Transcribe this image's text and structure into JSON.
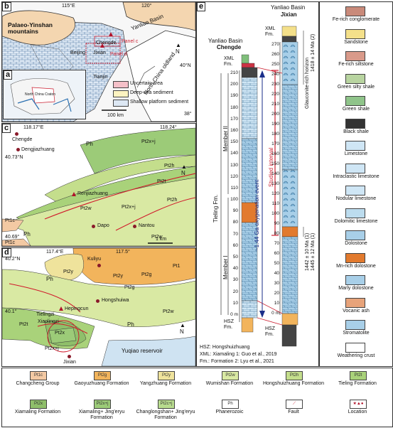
{
  "panel_b": {
    "label": "b",
    "lon_top_left": "115°E",
    "lon_top_right": "120°",
    "lat_mid": "40°N",
    "lat_bottom": "38°",
    "region_mountains": "Palaeo-Yinshan mountains",
    "region_basin": "Yanliao Basin",
    "region_oldland": "North China oldland",
    "cities": [
      "Chengde",
      "Jixian",
      "Beijing",
      "Tianjin"
    ],
    "panel_refs": [
      "Panel c",
      "Panel d"
    ],
    "legend": [
      "Uncertain area",
      "Deep-sea sediment",
      "Shallow platform sediment"
    ],
    "scale": "100 km",
    "north": "N"
  },
  "panel_a": {
    "label": "a",
    "text_craton": "North China Craton"
  },
  "panel_c": {
    "label": "c",
    "lon_left": "118.17°E",
    "lon_right": "118.24°",
    "lat_top": "40.73°N",
    "lat_bottom": "40.69°",
    "places": [
      "Chengde",
      "Dengjiazhuang",
      "Renjiazhuang",
      "Dapo",
      "Nantou"
    ],
    "units": [
      "Ph",
      "Pt2x+j",
      "Pt2h",
      "Pt1c",
      "Pt2w",
      "Pt2x+j",
      "Pt2h",
      "Pt1c",
      "Pt2w",
      "Ph",
      "Pt2t"
    ],
    "scale": "1 km",
    "north": "N"
  },
  "panel_d": {
    "label": "d",
    "lon_left": "117.4°E",
    "lon_right": "117.5°",
    "lat_top": "40.2°N",
    "lat_bottom": "40.1°",
    "places": [
      "Kuliyu",
      "Hongshuiwa",
      "Hepingcun",
      "Tielingzi",
      "Xiaolingzi",
      "Jixian"
    ],
    "units": [
      "Ph",
      "Pt1",
      "Pt2y",
      "Pt2g",
      "Pt2y",
      "Pt2g",
      "Pt2w",
      "Ph",
      "Pt2t",
      "Pt2x",
      "Pt2x+j"
    ],
    "water": "Yuqiao reservoir",
    "north": "N"
  },
  "panel_e": {
    "label": "e",
    "col1_title": "Yanliao Basin",
    "col1_sub": "Chengde",
    "col2_title": "Yanliao Basin",
    "col2_sub": "Jixian",
    "xml_fm": "XML Fm.",
    "hsz_fm": "HSZ Fm.",
    "tieling": "Tieling Fm.",
    "member1": "Member I",
    "member2": "Member II",
    "event": "~1.44 Ga oxygenation event",
    "studied": "Studied interval",
    "glauconite": "Glauconite-rich horizon",
    "age1": "1418 ± 14 Ma (2)",
    "age2": "1442 ± 10 Ma (1)",
    "age3": "1445 ± 12 Ma (1)",
    "ticks1": [
      "0 m",
      "10",
      "20",
      "30",
      "40",
      "50",
      "60",
      "70",
      "80",
      "90",
      "100",
      "110",
      "120",
      "130",
      "140",
      "150",
      "160",
      "170",
      "180",
      "190",
      "200",
      "210"
    ],
    "ticks2": [
      "0 m",
      "10",
      "20",
      "30",
      "40",
      "50",
      "60",
      "70",
      "80",
      "90",
      "100",
      "110",
      "120",
      "130",
      "140",
      "150",
      "160",
      "170",
      "180",
      "190",
      "200",
      "210",
      "220",
      "230",
      "240",
      "250",
      "260",
      "270"
    ],
    "footnotes": [
      "HSZ: Hongshuizhuang",
      "XML: Xiamaling   1: Guo et al., 2019",
      "Fm.: Formation    2: Lyu et al., 2021"
    ]
  },
  "lithology_legend": [
    "Fe-rich conglomerate",
    "Sandstone",
    "Fe-rich siltstone",
    "Green silty shale",
    "Green shale",
    "Black shale",
    "Limestone",
    "Intraclastic limestone",
    "Nodular limestone",
    "Dolomitic limestone",
    "Dolostone",
    "Mn-rich dolostone",
    "Marly dolostone",
    "Vocanic ash",
    "Stromatolite",
    "Weathering crust"
  ],
  "unit_legend": [
    {
      "code": "Pt1c",
      "name": "Changcheng Group",
      "color": "#f3c9a3"
    },
    {
      "code": "Pt2g",
      "name": "Gaoyuzhuang Formation",
      "color": "#f2b45c"
    },
    {
      "code": "Pt2y",
      "name": "Yangzhuang Formation",
      "color": "#efe39c"
    },
    {
      "code": "Pt2w",
      "name": "Wumishan Formation",
      "color": "#d9e9a3"
    },
    {
      "code": "Pt2h",
      "name": "Hongshuizhuang Formation",
      "color": "#c4de8c"
    },
    {
      "code": "Pt2t",
      "name": "Tieling Formation",
      "color": "#a9d27a"
    },
    {
      "code": "Pt2x",
      "name": "Xiamaling Formation",
      "color": "#8fbf6a"
    },
    {
      "code": "Pt2x+j",
      "name": "Xiamaling+ Jing'eryu Formation",
      "color": "#9ccb78"
    },
    {
      "code": "Pt2c+j",
      "name": "Changlongshan+ Jing'eryu Formation",
      "color": "#b8dc8e"
    },
    {
      "code": "Ph",
      "name": "Phanerozoic",
      "color": "#ffffff"
    },
    {
      "code": "",
      "name": "Fault",
      "color": "#d0182a"
    },
    {
      "code": "",
      "name": "Location",
      "color": "#b0122a"
    }
  ]
}
